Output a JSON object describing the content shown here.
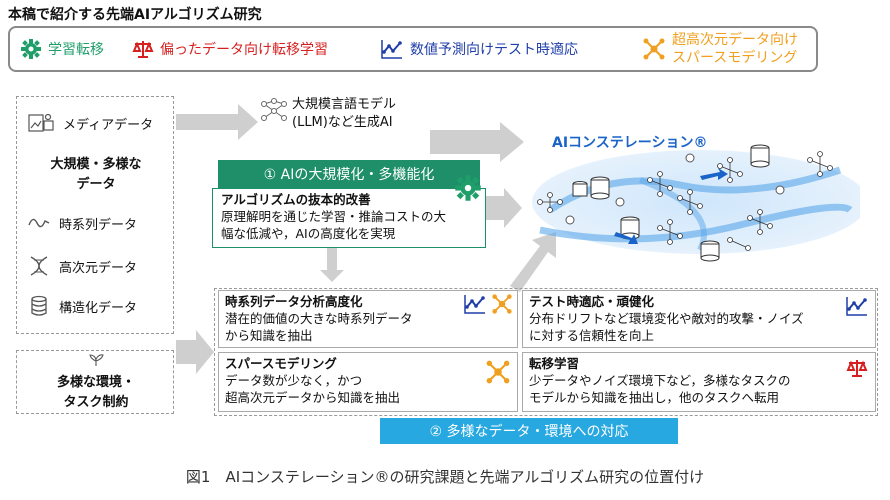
{
  "page_title": "本稿で紹介する先端AIアルゴリズム研究",
  "legend": {
    "transfer": "学習転移",
    "bias": "偏ったデータ向け転移学習",
    "forecast": "数値予測向けテスト時適応",
    "sparse_line1": "超高次元データ向け",
    "sparse_line2": "スパースモデリング"
  },
  "left_panel": {
    "media": "メディアデータ",
    "large_diverse_line1": "大規模・多様な",
    "large_diverse_line2": "データ",
    "timeseries": "時系列データ",
    "highdim": "高次元データ",
    "structured": "構造化データ",
    "env_line1": "多様な環境・",
    "env_line2": "タスク制約"
  },
  "llm": {
    "line1": "大規模言語モデル",
    "line2": "(LLM)など生成AI"
  },
  "banner1": "① AIの大規模化・多機能化",
  "algo": {
    "heading": "アルゴリズムの抜本的改善",
    "line1": "原理解明を通じた学習・推論コストの大",
    "line2": "幅な低減や，AIの高度化を実現"
  },
  "cards": {
    "ts": {
      "heading": "時系列データ分析高度化",
      "line1": "潜在的価値の大きな時系列データ",
      "line2": "から知識を抽出"
    },
    "sparse": {
      "heading": "スパースモデリング",
      "line1": "データ数が少なく，かつ",
      "line2": "超高次元データから知識を抽出"
    },
    "tta": {
      "heading": "テスト時適応・頑健化",
      "line1": "分布ドリフトなど環境変化や敵対的攻撃・ノイズ",
      "line2": "に対する信頼性を向上"
    },
    "transfer": {
      "heading": "転移学習",
      "line1": "少データやノイズ環境下など，多様なタスクの",
      "line2": "モデルから知識を抽出し，他のタスクへ転用"
    }
  },
  "banner2": "② 多様なデータ・環境への対応",
  "constellation_title": "AIコンステレーション®",
  "caption": "図1　AIコンステレーション®の研究課題と先端アルゴリズム研究の位置付け",
  "colors": {
    "green": "#1f8f6a",
    "red": "#d62020",
    "blue": "#1f3ea8",
    "orange": "#f0a020",
    "light_blue": "#28a8e0",
    "constellation_blue": "#1a63c8"
  }
}
